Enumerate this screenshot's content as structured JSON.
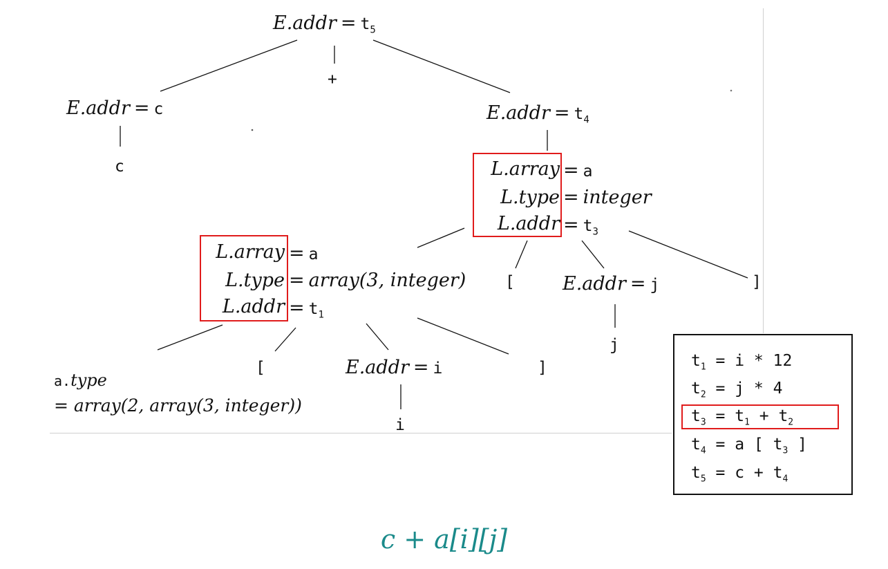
{
  "tree": {
    "root": {
      "lhs": "E.addr",
      "eq": "=",
      "rhs": "t",
      "sub": "5"
    },
    "plus": "+",
    "left_e": {
      "lhs": "E.addr",
      "eq": "=",
      "rhs": "c"
    },
    "leaf_c": "c",
    "right_e": {
      "lhs": "E.addr",
      "eq": "=",
      "rhs": "t",
      "sub": "4"
    },
    "l_upper": {
      "array_lhs": "L.array",
      "array_rhs": "a",
      "type_lhs": "L.type",
      "type_rhs": "integer",
      "addr_lhs": "L.addr",
      "addr_rhs": "t",
      "addr_sub": "3"
    },
    "l_lower": {
      "array_lhs": "L.array",
      "array_rhs": "a",
      "type_lhs": "L.type",
      "type_rhs": "array(3, integer)",
      "addr_lhs": "L.addr",
      "addr_rhs": "t",
      "addr_sub": "1"
    },
    "bracket_open_upper": "[",
    "e_j": {
      "lhs": "E.addr",
      "eq": "=",
      "rhs": "j"
    },
    "bracket_close_upper": "]",
    "leaf_j": "j",
    "atype": {
      "line1_a": "a.",
      "line1_b": "type",
      "line2": "= array(2, array(3, integer))"
    },
    "bracket_open_lower": "[",
    "e_i": {
      "lhs": "E.addr",
      "eq": "=",
      "rhs": "i"
    },
    "bracket_close_lower": "]",
    "leaf_i": "i"
  },
  "code": [
    {
      "t": "t",
      "sub": "1",
      "rest": " = i * 12"
    },
    {
      "t": "t",
      "sub": "2",
      "rest": " = j * 4"
    },
    {
      "t": "t",
      "sub": "3",
      "rest": " = t",
      "sub2": "1",
      "rest2": " + t",
      "sub3": "2"
    },
    {
      "t": "t",
      "sub": "4",
      "rest": " = a [ t",
      "sub2": "3",
      "rest2": " ]"
    },
    {
      "t": "t",
      "sub": "5",
      "rest": " = c + t",
      "sub2": "4"
    }
  ],
  "caption": "c + a[i][j]",
  "colors": {
    "highlight": "#e01b1b",
    "caption": "#1a8a8a",
    "ink": "#111111"
  }
}
